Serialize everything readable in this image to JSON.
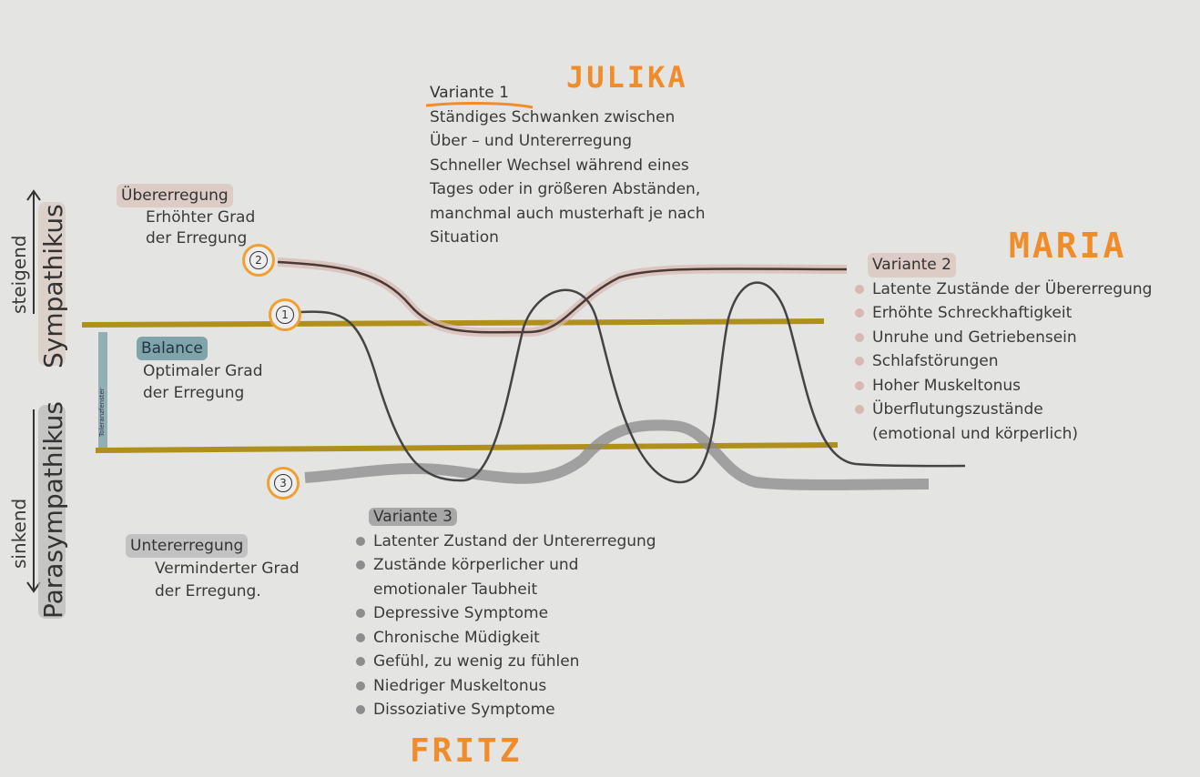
{
  "names": {
    "variant1": "JULIKA",
    "variant2": "MARIA",
    "variant3": "FRITZ"
  },
  "axis": {
    "up_label": "steigend",
    "sympathetic": "Sympathikus",
    "down_label": "sinkend",
    "parasympathetic": "Parasympathikus",
    "tolerance_window": "Toleranzfenster"
  },
  "zones": {
    "over": {
      "title": "Übererregung",
      "lines": [
        "Erhöhter Grad",
        "der Erregung"
      ]
    },
    "balance": {
      "title": "Balance",
      "lines": [
        "Optimaler Grad",
        "der Erregung"
      ]
    },
    "under": {
      "title": "Untererregung",
      "lines": [
        "Verminderter Grad",
        "der Erregung."
      ]
    }
  },
  "markers": [
    "1",
    "2",
    "3"
  ],
  "variant1": {
    "title": "Variante 1",
    "lines": [
      "Ständiges Schwanken zwischen",
      "Über – und Untererregung",
      "Schneller Wechsel während eines",
      "Tages oder in größeren Abständen,",
      "manchmal auch musterhaft je nach",
      "Situation"
    ]
  },
  "variant2": {
    "title": "Variante 2",
    "items": [
      "Latente Zustände der Übererregung",
      "Erhöhte Schreckhaftigkeit",
      "Unruhe und Getriebensein",
      "Schlafstörungen",
      "Hoher Muskeltonus",
      "Überflutungszustände",
      "(emotional und körperlich)"
    ]
  },
  "variant3": {
    "title": "Variante 3",
    "items": [
      "Latenter Zustand der Untererregung",
      "Zustände körperlicher und",
      "emotionaler Taubheit",
      "Depressive Symptome",
      "Chronische Müdigkeit",
      "Gefühl, zu wenig zu fühlen",
      "Niedriger Muskeltonus",
      "Dissoziative Symptome"
    ]
  },
  "colors": {
    "handwriting": "#f08c2a",
    "tolerance_line": "#b0901c",
    "balance": "#6f9aa0"
  }
}
